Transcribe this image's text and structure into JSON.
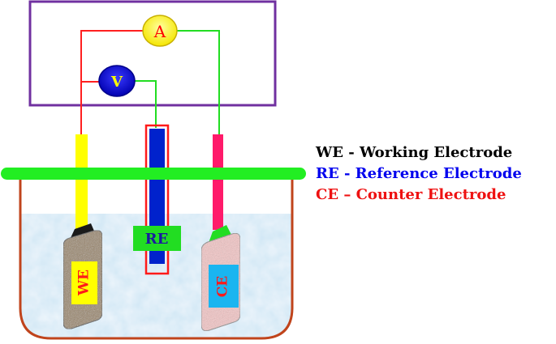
{
  "meter_ammeter": {
    "label": "A"
  },
  "meter_voltmeter": {
    "label": "V"
  },
  "electrodes": {
    "we": {
      "label": "WE"
    },
    "re": {
      "label": "RE"
    },
    "ce": {
      "label": "CE"
    }
  },
  "legend": {
    "we": "WE - Working Electrode",
    "re": "RE - Reference Electrode",
    "ce": "CE – Counter Electrode"
  },
  "colors": {
    "circuit_box": "#7030a0",
    "wire_red": "#ff2020",
    "wire_green": "#22dd22",
    "ammeter": "#ffff00",
    "voltmeter": "#0000cc",
    "holder_bar": "#22ee22",
    "electrolyte": "#cfe6f5",
    "beaker": "#c0441c",
    "we_rod": "#ffff00",
    "re_tube": "#0022cc",
    "re_frame": "#ff1a1a",
    "ce_rod": "#ff1a6a",
    "we_plate": "#9a8466",
    "ce_plate": "#f5c6c6",
    "legend_we": "#000000",
    "legend_re": "#0000ee",
    "legend_ce": "#ee1111"
  }
}
